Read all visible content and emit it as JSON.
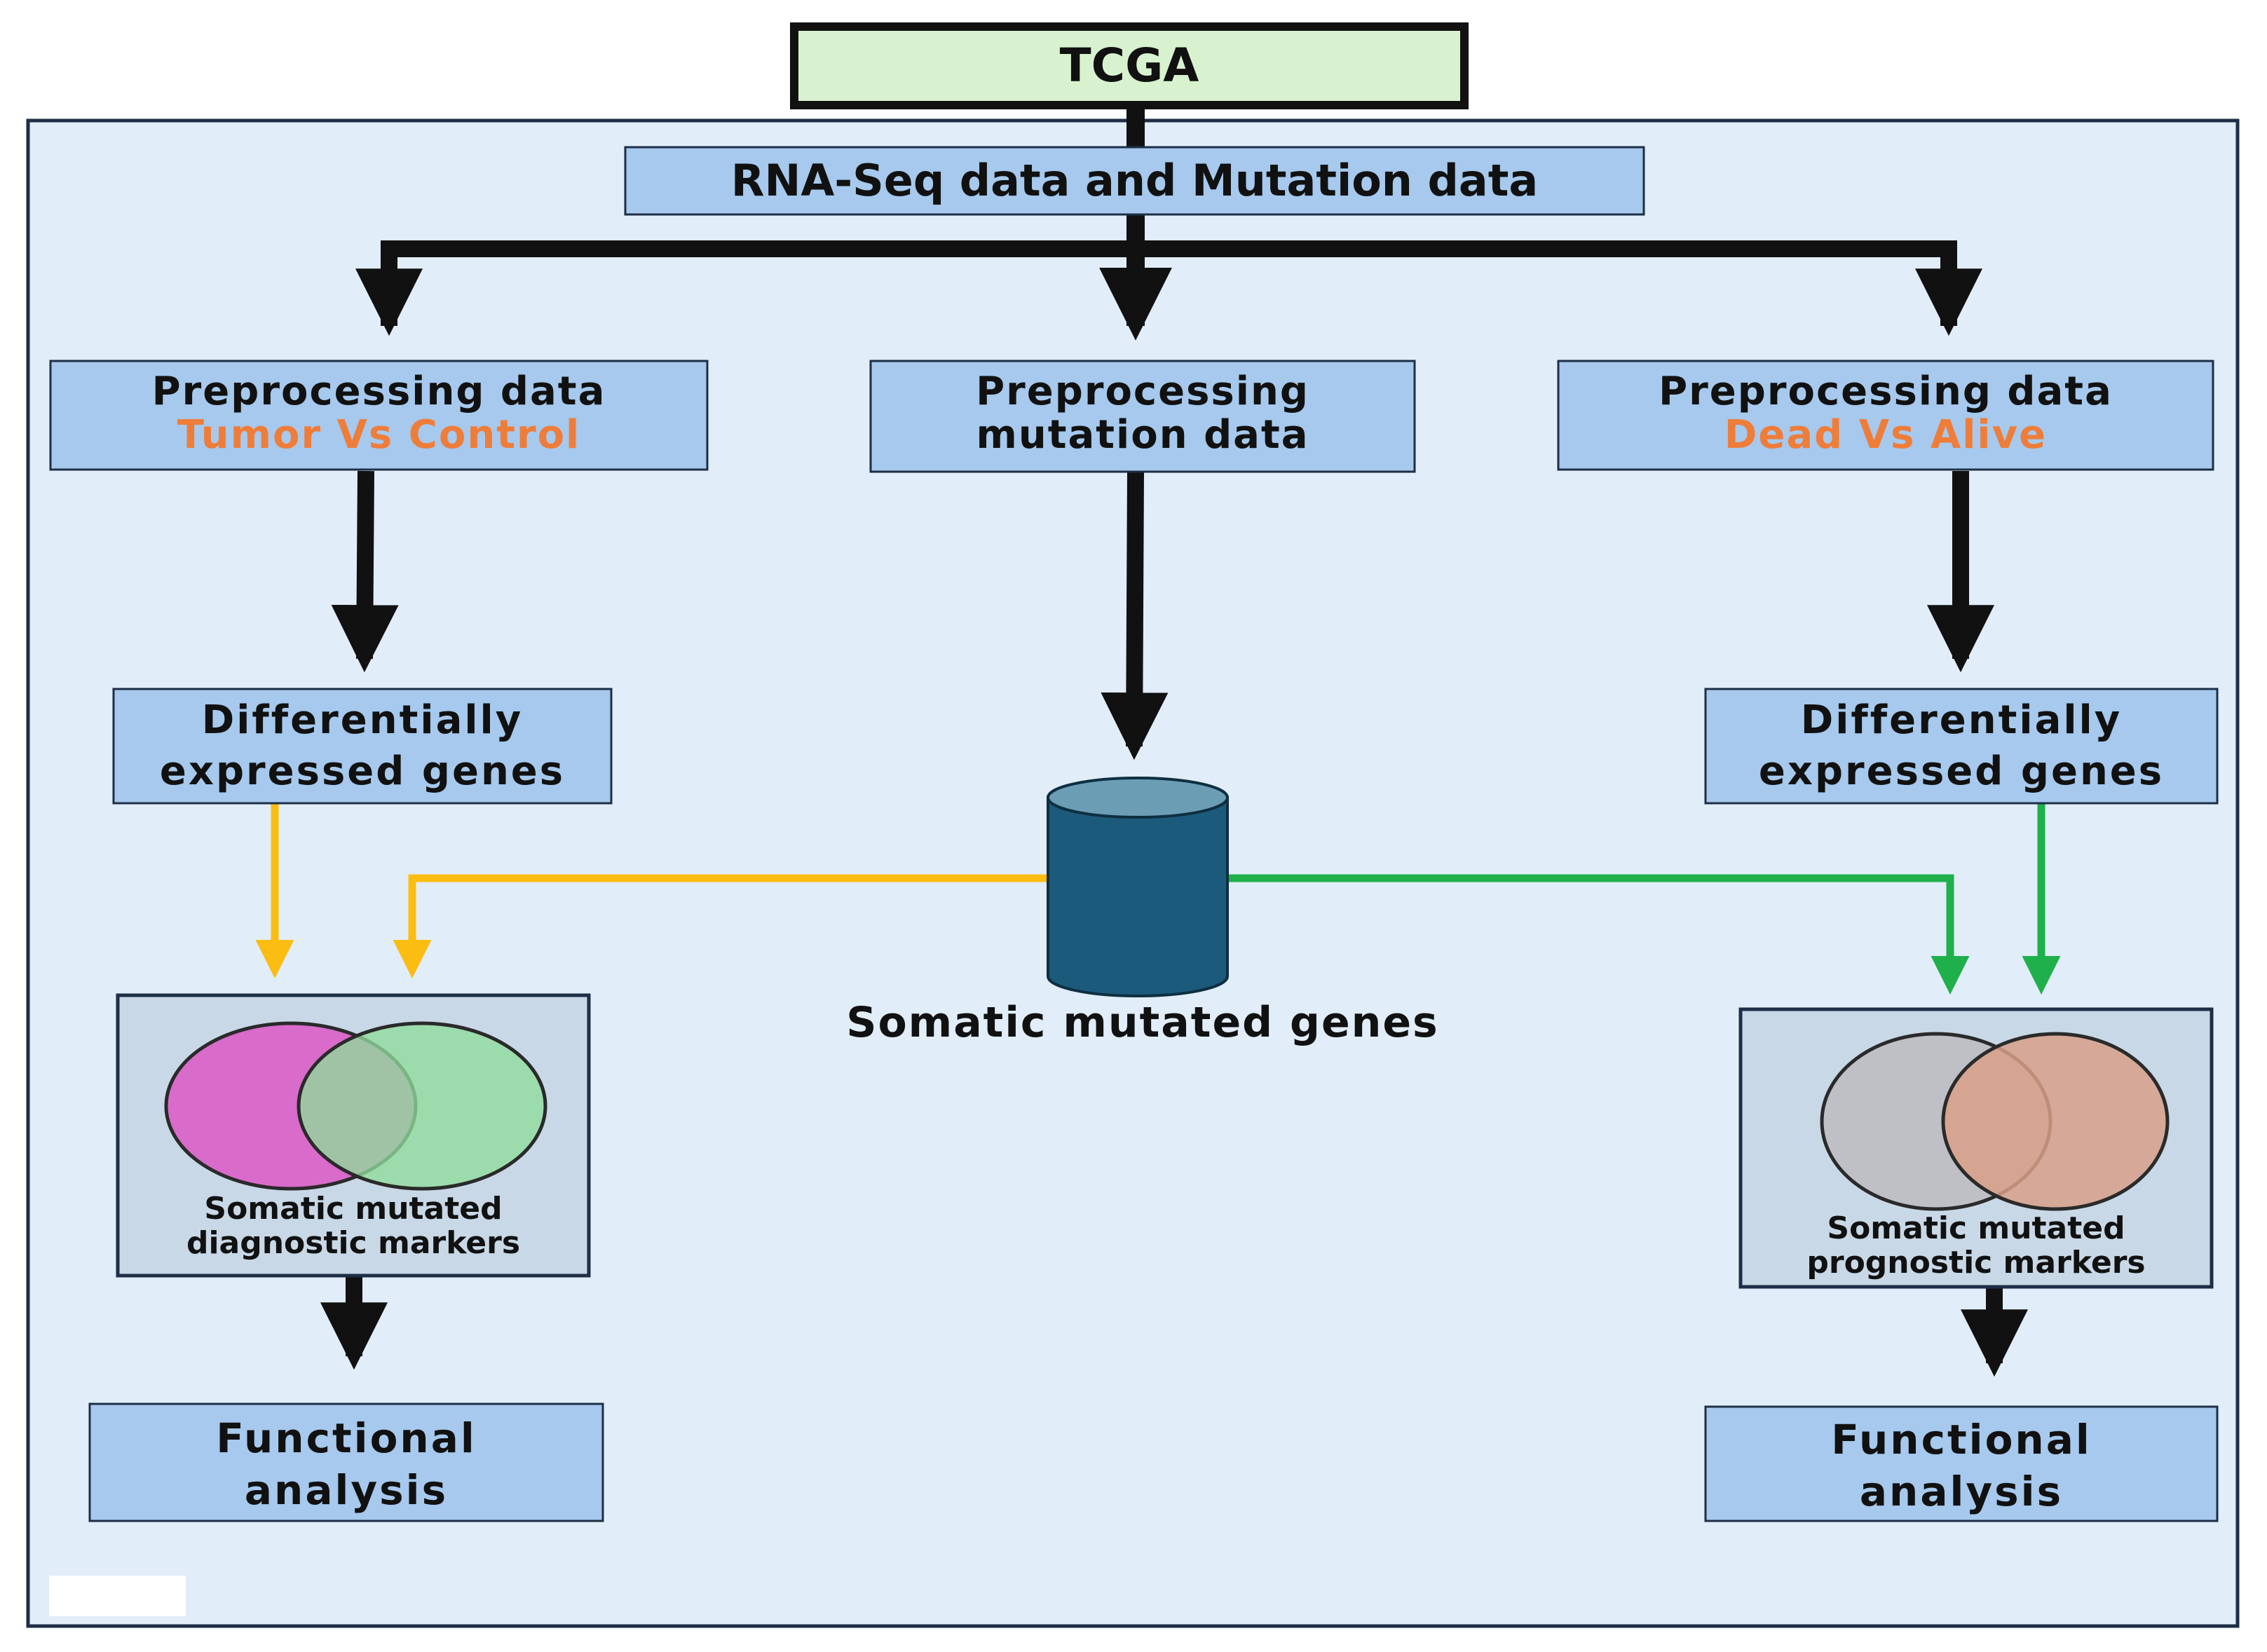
{
  "source": {
    "label": "TCGA"
  },
  "data_box": {
    "label": "RNA-Seq data and Mutation data"
  },
  "preprocess_left": {
    "line1": "Preprocessing data",
    "line2": "Tumor Vs Control"
  },
  "preprocess_center": {
    "line1": "Preprocessing",
    "line2": "mutation data"
  },
  "preprocess_right": {
    "line1": "Preprocessing data",
    "line2": "Dead Vs Alive"
  },
  "deg_left": {
    "line1": "Differentially",
    "line2": "expressed genes"
  },
  "deg_right": {
    "line1": "Differentially",
    "line2": "expressed genes"
  },
  "somatic_db": {
    "label": "Somatic mutated genes"
  },
  "venn_left": {
    "line1": "Somatic mutated",
    "line2": "diagnostic markers"
  },
  "venn_right": {
    "line1": "Somatic mutated",
    "line2": "prognostic markers"
  },
  "func_left": {
    "line1": "Functional",
    "line2": "analysis"
  },
  "func_right": {
    "line1": "Functional",
    "line2": "analysis"
  },
  "colors": {
    "panel_bg": "#e1edf8",
    "box_fill": "#a6c9ed",
    "tcga_fill": "#d8f2cf",
    "venn_box_fill": "#c8d8e6",
    "subtitle": "#ef7d3a",
    "arrow_black": "#111111",
    "arrow_yellow": "#fbbd12",
    "arrow_green": "#1fb04b",
    "cylinder": "#1c5a7c",
    "cylinder_top": "#6b9db5",
    "venn_magenta": "#d96bcb",
    "venn_green": "#8fdd9b",
    "venn_gray": "#bfbfc6",
    "venn_salmon": "#d8a088"
  }
}
